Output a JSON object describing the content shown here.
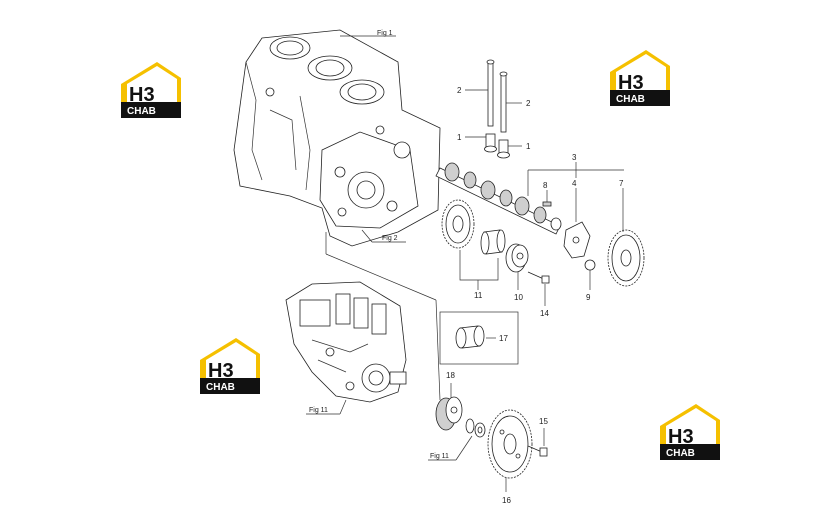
{
  "figure_refs": {
    "fig1": "Fig 1",
    "fig2": "Fig 2",
    "fig11a": "Fig 11",
    "fig11b": "Fig 11"
  },
  "callouts": {
    "c1a": "1",
    "c1b": "1",
    "c2a": "2",
    "c2b": "2",
    "c3": "3",
    "c4": "4",
    "c7": "7",
    "c8": "8",
    "c9": "9",
    "c10": "10",
    "c11": "11",
    "c14": "14",
    "c15": "15",
    "c16": "16",
    "c17": "17",
    "c18": "18"
  },
  "watermark": {
    "logo_text": "H3",
    "sub_text": "CHAB",
    "colors": {
      "yellow": "#f5c000",
      "black": "#111111",
      "white": "#ffffff"
    }
  }
}
